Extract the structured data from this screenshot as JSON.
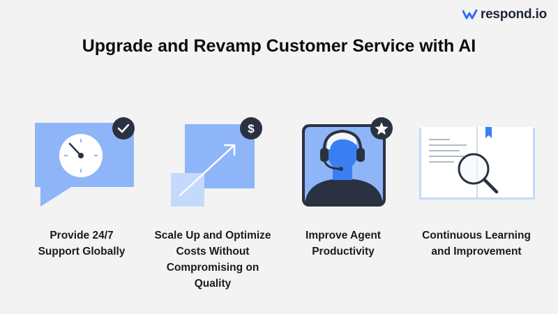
{
  "brand": {
    "name": "respond.io",
    "logo_icon": "respond-logo-icon",
    "color": "#2f6df6"
  },
  "headline": "Upgrade and Revamp Customer Service with AI",
  "features": [
    {
      "label_line1": "Provide 24/7",
      "label_line2": "Support Globally",
      "icon": "clock-chat-icon",
      "badge": "check-badge-icon"
    },
    {
      "label_line1": "Scale Up and Optimize",
      "label_line2": "Costs Without",
      "label_line3": "Compromising on",
      "label_line4": "Quality",
      "icon": "growth-arrow-icon",
      "badge": "dollar-badge-icon"
    },
    {
      "label_line1": "Improve Agent",
      "label_line2": "Productivity",
      "icon": "agent-headset-icon",
      "badge": "star-badge-icon"
    },
    {
      "label_line1": "Continuous Learning",
      "label_line2": "and Improvement",
      "icon": "book-magnifier-icon"
    }
  ],
  "colors": {
    "blue": "#8fb5f9",
    "light_blue": "#c4d9fc",
    "dark": "#2a3241",
    "background": "#f3f3f3"
  }
}
